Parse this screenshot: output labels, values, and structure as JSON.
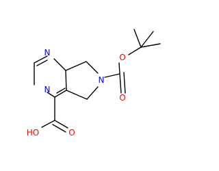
{
  "colors": {
    "bond": "#000000",
    "nitrogen": "#0000ff",
    "oxygen": "#ff0000",
    "carbon": "#000000"
  },
  "labels": {
    "n_ring_top": "N",
    "n_ring_bottom": "N",
    "n_pyrroline": "N",
    "o_ester": "O",
    "o_boc_carbonyl": "O",
    "o_acid_carbonyl": "O",
    "o_acid_hydroxyl": "HO"
  }
}
